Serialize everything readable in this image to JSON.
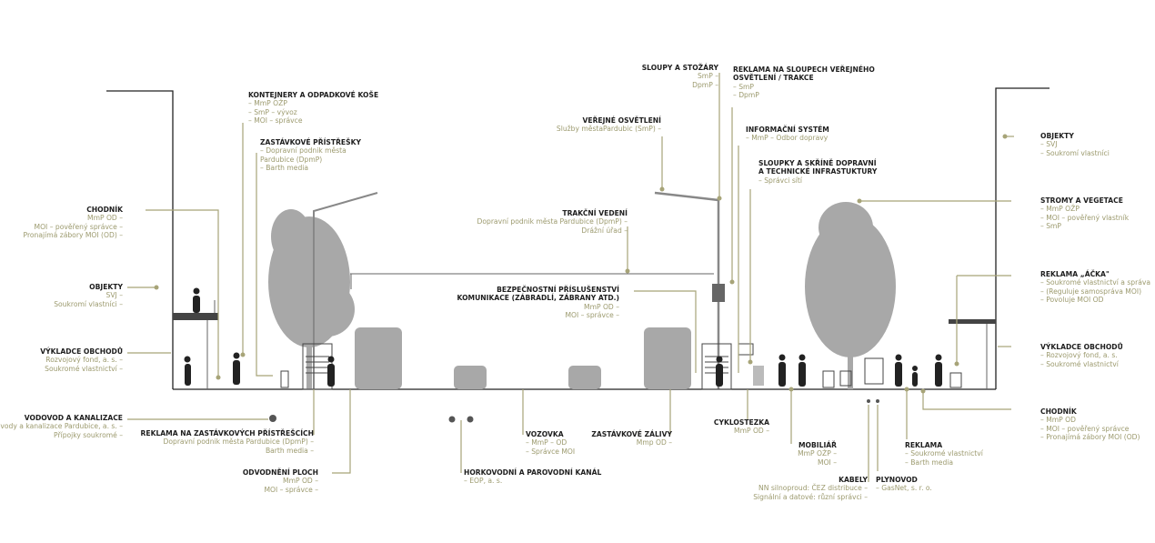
{
  "colors": {
    "accent": "#a7a478",
    "leader": "#a7a478",
    "title": "#1e1e1e",
    "sub": "#9c9a6e",
    "figure": "#a8a8a8",
    "dark": "#222222"
  },
  "labels": {
    "kontejnery": {
      "title": "KONTEJNERY A ODPADKOVÉ KOŠE",
      "lines": [
        "–  MmP OŽP",
        "–  SmP – vývoz",
        "–  MOI – správce"
      ]
    },
    "zastavkove": {
      "title": "ZASTÁVKOVÉ PŘÍSTŘEŠKY",
      "lines": [
        "–  Dopravní podnik města",
        "    Pardubice (DpmP)",
        "–  Barth media"
      ]
    },
    "chodnik_l": {
      "title": "CHODNÍK",
      "lines": [
        "MmP OD  –",
        "MOI – pověřený správce  –",
        "Pronajímá zábory MOI (OD)  –"
      ]
    },
    "objekty_l": {
      "title": "OBJEKTY",
      "lines": [
        "SVJ  –",
        "Soukromí vlastníci  –"
      ]
    },
    "vyklad_l": {
      "title": "VÝKLADCE OBCHODŮ",
      "lines": [
        "Rozvojový fond, a. s.  –",
        "Soukromé vlastnictví  –"
      ]
    },
    "vodovod": {
      "title": "VODOVOD A KANALIZACE",
      "lines": [
        "odovody a kanalizace Pardubice, a. s.  –",
        "Přípojky soukromé  –"
      ]
    },
    "reklama_zast": {
      "title": "REKLAMA NA ZASTÁVKOVÝCH PŘÍSTŘEŠCÍCH",
      "lines": [
        "Dopravní podnik města Pardubice (DpmP)  –",
        "Barth media  –"
      ]
    },
    "odvodneni": {
      "title": "ODVODNĚNÍ PLOCH",
      "lines": [
        "MmP OD  –",
        "MOI – správce  –"
      ]
    },
    "horkovod": {
      "title": "HORKOVODNÍ A PAROVODNÍ KANÁL",
      "lines": [
        "–  EOP, a. s."
      ]
    },
    "vozovka": {
      "title": "VOZOVKA",
      "lines": [
        "–  MmP – OD",
        "–  Správce MOI"
      ]
    },
    "zastav_zal": {
      "title": "ZASTÁVKOVÉ ZÁLIVY",
      "lines": [
        "Mmp OD  –"
      ]
    },
    "trakcni": {
      "title": "TRAKČNÍ VEDENÍ",
      "lines": [
        "Dopravní podnik města Pardubice (DpmP)  –",
        "Drážní úřad  –"
      ]
    },
    "bezpecnost": {
      "title": "BEZPEČNOSTNÍ PŘÍSLUŠENSTVÍ",
      "title2": "KOMUNIKACE (ZÁBRADLÍ, ZÁBRANY ATD.)",
      "lines": [
        "MmP OD  –",
        "MOI – správce  –"
      ]
    },
    "verejne": {
      "title": "VEŘEJNÉ OSVĚTLENÍ",
      "lines": [
        "Služby městaPardubic (SmP)  –"
      ]
    },
    "sloupy": {
      "title": "SLOUPY A STOŽÁRY",
      "lines": [
        "SmP  –",
        "DpmP  –"
      ]
    },
    "reklama_sl": {
      "title": "REKLAMA NA SLOUPECH VEŘEJNÉHO",
      "title2": "OSVĚTLENÍ / TRAKCE",
      "lines": [
        "–  SmP",
        "–  DpmP"
      ]
    },
    "informacni": {
      "title": "INFORMAČNÍ SYSTÉM",
      "lines": [
        "–  MmP – Odbor dopravy"
      ]
    },
    "sloupky": {
      "title": "SLOUPKY A SKŘÍNĚ DOPRAVNÍ",
      "title2": "A TECHNICKÉ INFRASTUKTURY",
      "lines": [
        "–  Správci sítí"
      ]
    },
    "cyklostezka": {
      "title": "CYKLOSTEZKA",
      "lines": [
        "MmP OD  –"
      ]
    },
    "mobiliar": {
      "title": "MOBILIÁŘ",
      "lines": [
        "MmP OŽP  –",
        "MOI  –"
      ]
    },
    "kabely": {
      "title": "KABELY",
      "lines": [
        "NN silnoproud: ČEZ distribuce  –",
        "Signální a datové: různí správci  –"
      ]
    },
    "plynovod": {
      "title": "PLYNOVOD",
      "lines": [
        "–  GasNet, s. r. o."
      ]
    },
    "reklama_r": {
      "title": "REKLAMA",
      "lines": [
        "–  Soukromé vlastnictví",
        "–  Barth media"
      ]
    },
    "objekty_r": {
      "title": "OBJEKTY",
      "lines": [
        "–  SVJ",
        "–  Soukromí vlastníci"
      ]
    },
    "stromy": {
      "title": "STROMY A VEGETACE",
      "lines": [
        "–  MmP OŽP",
        "–  MOI – pověřený vlastník",
        "–  SmP"
      ]
    },
    "reklama_acka": {
      "title": "REKLAMA „ÁČKA\"",
      "lines": [
        "–  Soukromé vlastnictví a správa",
        "–  (Reguluje samospráva MOI)",
        "–  Povoluje MOI OD"
      ]
    },
    "vyklad_r": {
      "title": "VÝKLADCE OBCHODŮ",
      "lines": [
        "–  Rozvojový fond, a. s.",
        "–  Soukromé vlastnictví"
      ]
    },
    "chodnik_r": {
      "title": "CHODNÍK",
      "lines": [
        "–  MmP OD",
        "–  MOI – pověřený správce",
        "–  Pronajímá zábory MOI (OD)"
      ]
    }
  }
}
